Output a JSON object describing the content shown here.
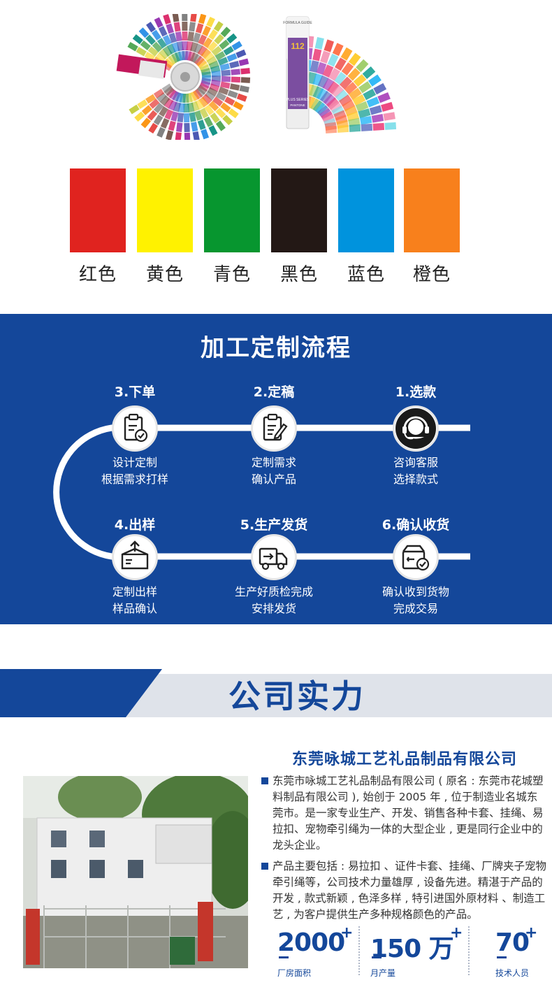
{
  "swatches": [
    {
      "label": "红色",
      "color": "#e0231f"
    },
    {
      "label": "黄色",
      "color": "#fff200"
    },
    {
      "label": "青色",
      "color": "#07962f"
    },
    {
      "label": "黑色",
      "color": "#231815"
    },
    {
      "label": "蓝色",
      "color": "#0093dd"
    },
    {
      "label": "橙色",
      "color": "#f8801c"
    }
  ],
  "fan_b_text": {
    "top": "FORMULA GUIDE",
    "number": "112",
    "series": "PLUS SERIES",
    "brand": "PANTONE"
  },
  "process": {
    "title": "加工定制流程",
    "steps": [
      {
        "title": "1.选款",
        "line1": "咨询客服",
        "line2": "选择款式",
        "icon": "headset-icon"
      },
      {
        "title": "2.定稿",
        "line1": "定制需求",
        "line2": "确认产品",
        "icon": "edit-document-icon"
      },
      {
        "title": "3.下单",
        "line1": "设计定制",
        "line2": "根据需求打样",
        "icon": "clipboard-check-icon"
      },
      {
        "title": "4.出样",
        "line1": "定制出样",
        "line2": "样品确认",
        "icon": "package-box-icon"
      },
      {
        "title": "5.生产发货",
        "line1": "生产好质检完成",
        "line2": "安排发货",
        "icon": "delivery-truck-icon"
      },
      {
        "title": "6.确认收货",
        "line1": "确认收到货物",
        "line2": "完成交易",
        "icon": "box-received-icon"
      }
    ]
  },
  "strength": {
    "title": "公司实力"
  },
  "company": {
    "name": "东莞咏城工艺礼品制品有限公司",
    "para1": "东莞市咏城工艺礼品制品有限公司 ( 原名 : 东莞市花城塑料制品有限公司 ), 始创于 2005 年 , 位于制造业名城东莞市。是一家专业生产、开发、销售各种卡套、挂绳、易拉扣、宠物牵引绳为一体的大型企业 , 更是同行企业中的龙头企业。",
    "para2": "产品主要包括 : 易拉扣 、证件卡套、挂绳、厂牌夹子宠物牵引绳等，公司技术力量雄厚 , 设备先进。精湛于产品的开发 , 款式新颖 , 色泽多样 , 特引进国外原材料 、制造工艺 , 为客户提供生产多种规格颜色的产品。",
    "stats": [
      {
        "value": "2000",
        "plus": "+",
        "label": "厂房面积"
      },
      {
        "value": "150 万",
        "plus": "+",
        "label": "月产量"
      },
      {
        "value": "70",
        "plus": "+",
        "label": "技术人员"
      }
    ]
  }
}
